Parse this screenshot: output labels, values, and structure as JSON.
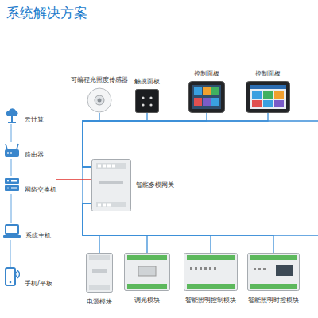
{
  "diagram": {
    "title": "系统解决方案",
    "nodes": [
      {
        "text": [
          "可编程光照度传感器"
        ]
      },
      {
        "text": [
          "触摸面板"
        ]
      },
      {
        "text": [
          "控制面板"
        ]
      },
      {
        "text": [
          "控制面板"
        ]
      },
      {
        "text": [
          "云计算"
        ]
      },
      {
        "text": [
          "路由器"
        ]
      },
      {
        "text": [
          "网络交换机"
        ]
      },
      {
        "text": [
          "系统主机"
        ]
      },
      {
        "text": [
          "手机/平板"
        ]
      },
      {
        "text": [
          "智能多模网关"
        ]
      },
      {
        "text": [
          "电源模块"
        ]
      },
      {
        "text": [
          "调光模块"
        ]
      },
      {
        "text": [
          "智能照明控制模块"
        ]
      },
      {
        "text": [
          "智能照明时控模块"
        ]
      }
    ],
    "edges": [
      {
        "from": 9,
        "to": 0,
        "arrow": "none"
      },
      {
        "from": 9,
        "to": 1,
        "arrow": "none"
      },
      {
        "from": 9,
        "to": 2,
        "arrow": "none"
      },
      {
        "from": 9,
        "to": 3,
        "arrow": "none"
      },
      {
        "from": 4,
        "to": 5,
        "arrow": "none"
      },
      {
        "from": 5,
        "to": 6,
        "arrow": "none"
      },
      {
        "from": 6,
        "to": 7,
        "arrow": "none"
      },
      {
        "from": 7,
        "to": 8,
        "arrow": "none"
      },
      {
        "from": 6,
        "to": 9,
        "arrow": "none"
      },
      {
        "from": 9,
        "to": 10,
        "arrow": "none"
      },
      {
        "from": 9,
        "to": 11,
        "arrow": "none"
      },
      {
        "from": 9,
        "to": 12,
        "arrow": "none"
      },
      {
        "from": 9,
        "to": 13,
        "arrow": "none"
      }
    ]
  }
}
